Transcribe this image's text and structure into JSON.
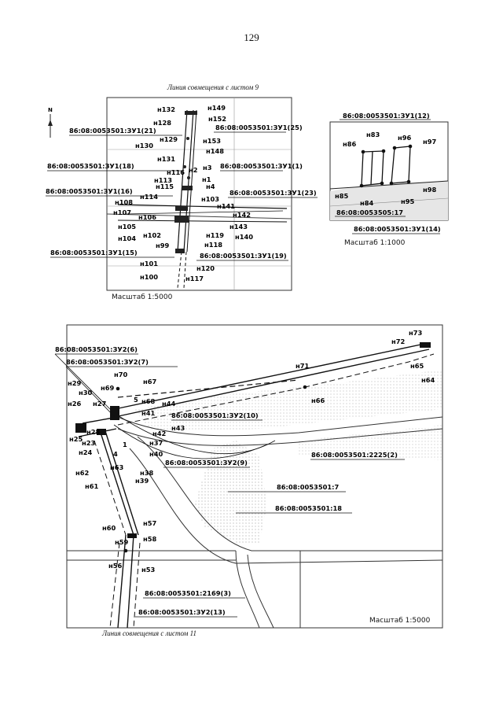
{
  "page_number": "129",
  "map1": {
    "caption": "Линия совмещения с листом 9",
    "scale": "Масштаб 1:5000",
    "north": "N",
    "points": {
      "p132": "н132",
      "p149": "н149",
      "p152": "н152",
      "p128": "н128",
      "p129": "н129",
      "p153": "н153",
      "p130": "н130",
      "p148": "н148",
      "p131": "н131",
      "p116": "н116",
      "p2": "н2",
      "p3": "н3",
      "p113": "н113",
      "p1": "н1",
      "p115": "н115",
      "p4": "н4",
      "p114": "н114",
      "p103": "н103",
      "p108": "н108",
      "p141": "н141",
      "p107": "н107",
      "p106": "н106",
      "p142": "н142",
      "p105": "н105",
      "p143": "н143",
      "p104": "н104",
      "p102": "н102",
      "p119": "н119",
      "p140": "н140",
      "p118": "н118",
      "p99": "н99",
      "p101": "н101",
      "p120": "н120",
      "p100": "н100",
      "p117": "н117"
    },
    "cadastral": {
      "zu21": "86:08:0053501:ЗУ1(21)",
      "zu25": "86:08:0053501:ЗУ1(25)",
      "zu18": "86:08:0053501:ЗУ1(18)",
      "zu1": "86:08:0053501:ЗУ1(1)",
      "zu16": "86:08:0053501:ЗУ1(16)",
      "zu23": "86:08:0053501:ЗУ1(23)",
      "zu15": "86:08:0053501:ЗУ1(15)",
      "zu19": "86:08:0053501:ЗУ1(19)"
    }
  },
  "map2": {
    "scale": "Масштаб 1:1000",
    "points": {
      "p83": "н83",
      "p86": "н86",
      "p96": "н96",
      "p97": "н97",
      "p85": "н85",
      "p84": "н84",
      "p95": "н95",
      "p98": "н98"
    },
    "cadastral": {
      "zu12": "86:08:0053501:ЗУ1(12)",
      "p17": "86:08:0053505:17",
      "zu14": "86:08:0053501:ЗУ1(14)"
    }
  },
  "map3": {
    "caption": "Линия совмещения с листом 11",
    "scale": "Масштаб 1:5000",
    "points": {
      "p73": "н73",
      "p72": "н72",
      "p65": "н65",
      "p64": "н64",
      "p71": "н71",
      "p66": "н66",
      "p70": "н70",
      "p67": "н67",
      "p69": "н69",
      "p29": "н29",
      "p30": "н30",
      "p26": "н26",
      "p27": "н27",
      "n5": "5",
      "p68": "н68",
      "p44": "н44",
      "p41": "н41",
      "p43": "н43",
      "p42": "н42",
      "p28": "н28",
      "p23": "н23",
      "p25": "н25",
      "p24": "н24",
      "n1": "1",
      "p37": "н37",
      "p40": "н40",
      "n4": "4",
      "p62": "н62",
      "p63": "н63",
      "p38": "н38",
      "p39": "н39",
      "p61": "н61",
      "p57": "н57",
      "p60": "н60",
      "p58": "н58",
      "p59": "н59",
      "p56": "н56",
      "p53": "н53"
    },
    "cadastral": {
      "zu2_6": "86:08:0053501:ЗУ2(6)",
      "zu2_7": "86:08:0053501:ЗУ2(7)",
      "zu2_10": "86:08:0053501:ЗУ2(10)",
      "c2225": "86:08:0053501:2225(2)",
      "zu2_9": "86:08:0053501:ЗУ2(9)",
      "c7": "86:08:0053501:7",
      "c18": "86:08:0053501:18",
      "c2169": "86:08:0053501:2169(3)",
      "zu2_13": "86:08:0053501:ЗУ2(13)"
    }
  }
}
